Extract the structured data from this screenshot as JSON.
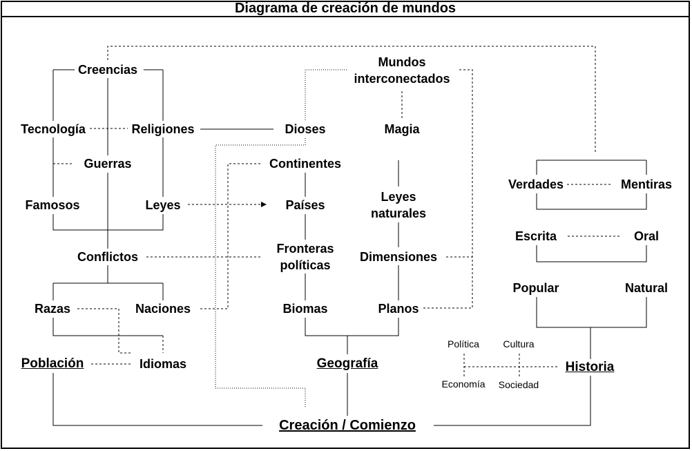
{
  "diagram": {
    "title": "Diagrama de creación de mundos",
    "nodes": {
      "creencias": "Creencias",
      "tecnologia": "Tecnología",
      "religiones": "Religiones",
      "guerras": "Guerras",
      "famosos": "Famosos",
      "leyes": "Leyes",
      "conflictos": "Conflictos",
      "razas": "Razas",
      "naciones": "Naciones",
      "poblacion": "Población",
      "idiomas": "Idiomas",
      "mundos": "Mundos\ninterconectados",
      "dioses": "Dioses",
      "magia": "Magia",
      "continentes": "Continentes",
      "paises": "Países",
      "leyes_naturales": "Leyes\nnaturales",
      "fronteras": "Fronteras\npolíticas",
      "dimensiones": "Dimensiones",
      "biomas": "Biomas",
      "planos": "Planos",
      "geografia": "Geografía",
      "verdades": "Verdades",
      "mentiras": "Mentiras",
      "escrita": "Escrita",
      "oral": "Oral",
      "popular": "Popular",
      "natural": "Natural",
      "politica": "Política",
      "cultura": "Cultura",
      "economia": "Economía",
      "sociedad": "Sociedad",
      "historia": "Historia",
      "creacion": "Creación / Comienzo"
    }
  }
}
